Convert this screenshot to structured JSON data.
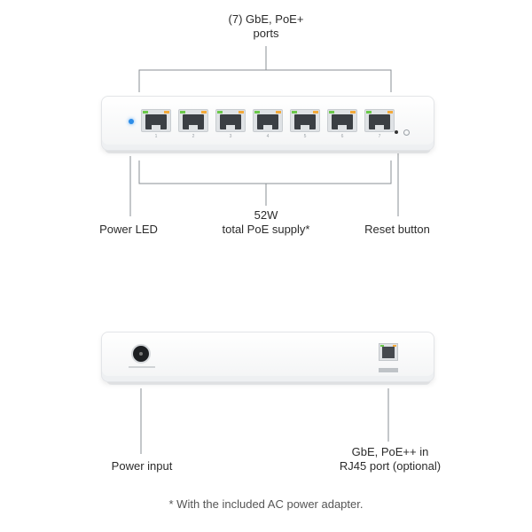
{
  "labels": {
    "ports": "(7) GbE, PoE+\nports",
    "power_led": "Power LED",
    "poe_supply": "52W\ntotal PoE supply*",
    "reset_button": "Reset button",
    "power_input": "Power input",
    "uplink": "GbE, PoE++ in\nRJ45 port (optional)",
    "footnote": "* With the included AC power adapter."
  },
  "front_port_numbers": [
    "1",
    "2",
    "3",
    "4",
    "5",
    "6",
    "7"
  ],
  "colors": {
    "power_led": "#2e8de8",
    "port_led_left": "#6bc94a",
    "port_led_right": "#f3a93a",
    "leader_line": "#8a8f94"
  },
  "icons": {
    "power_jack": "power-jack-icon",
    "reset": "reset-icon"
  }
}
